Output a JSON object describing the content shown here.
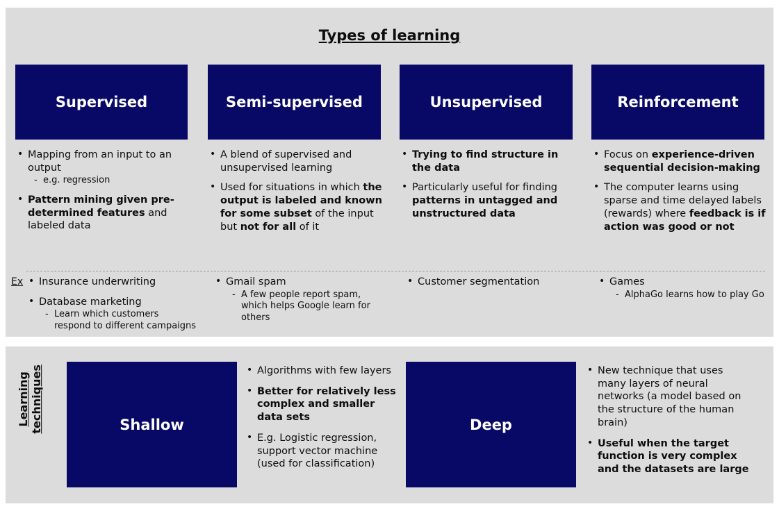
{
  "theme": {
    "page_background": "#ffffff",
    "panel_background": "#dcdcdc",
    "box_background": "#080866",
    "box_text_color": "#ffffff",
    "body_text_color": "#0d0d0d",
    "divider_color": "#9a9a9a"
  },
  "types_section": {
    "title": "Types of learning",
    "examples_label": "Ex",
    "columns": [
      {
        "name": "Supervised",
        "description": [
          {
            "text_runs": [
              {
                "text": "Mapping from an input to an output",
                "bold": false
              }
            ],
            "sub": [
              "e.g. regression"
            ]
          },
          {
            "text_runs": [
              {
                "text": "Pattern mining given pre-determined features",
                "bold": true
              },
              {
                "text": " and labeled data",
                "bold": false
              }
            ],
            "sub": []
          }
        ],
        "examples": [
          {
            "text": "Insurance underwriting",
            "sub": []
          },
          {
            "text": "Database marketing",
            "sub": [
              "Learn which customers respond to different campaigns"
            ]
          }
        ]
      },
      {
        "name": "Semi-supervised",
        "description": [
          {
            "text_runs": [
              {
                "text": "A blend of supervised and unsupervised learning",
                "bold": false
              }
            ],
            "sub": []
          },
          {
            "text_runs": [
              {
                "text": "Used for situations in which ",
                "bold": false
              },
              {
                "text": "the output is labeled and known for some subset",
                "bold": true
              },
              {
                "text": " of the input but ",
                "bold": false
              },
              {
                "text": "not for all",
                "bold": true
              },
              {
                "text": " of it",
                "bold": false
              }
            ],
            "sub": []
          }
        ],
        "examples": [
          {
            "text": "Gmail spam",
            "sub": [
              "A few people report spam, which helps Google learn for others"
            ]
          }
        ]
      },
      {
        "name": "Unsupervised",
        "description": [
          {
            "text_runs": [
              {
                "text": "Trying to find structure in the data",
                "bold": true
              }
            ],
            "sub": []
          },
          {
            "text_runs": [
              {
                "text": "Particularly useful for finding ",
                "bold": false
              },
              {
                "text": "patterns in untagged and unstructured data",
                "bold": true
              }
            ],
            "sub": []
          }
        ],
        "examples": [
          {
            "text": "Customer segmentation",
            "sub": []
          }
        ]
      },
      {
        "name": "Reinforcement",
        "description": [
          {
            "text_runs": [
              {
                "text": "Focus on ",
                "bold": false
              },
              {
                "text": "experience-driven sequential decision-making",
                "bold": true
              }
            ],
            "sub": []
          },
          {
            "text_runs": [
              {
                "text": "The computer learns using sparse and time delayed labels (rewards) where ",
                "bold": false
              },
              {
                "text": "feedback is if action was good or not",
                "bold": true
              }
            ],
            "sub": []
          }
        ],
        "examples": [
          {
            "text": "Games",
            "sub": [
              "AlphaGo learns how to play Go"
            ]
          }
        ]
      }
    ]
  },
  "techniques_section": {
    "label_line1": "Learning",
    "label_line2": "techniques",
    "items": [
      {
        "name": "Shallow",
        "description": [
          {
            "text_runs": [
              {
                "text": "Algorithms with few layers",
                "bold": false
              }
            ]
          },
          {
            "text_runs": [
              {
                "text": "Better for relatively less complex and smaller data sets",
                "bold": true
              }
            ]
          },
          {
            "text_runs": [
              {
                "text": "E.g. Logistic regression, support vector machine (used for classification)",
                "bold": false
              }
            ]
          }
        ]
      },
      {
        "name": "Deep",
        "description": [
          {
            "text_runs": [
              {
                "text": "New technique that uses many layers of neural networks (a model based on the structure of the human brain)",
                "bold": false
              }
            ]
          },
          {
            "text_runs": [
              {
                "text": "Useful when the target function is very complex and the datasets are large",
                "bold": true
              }
            ]
          }
        ]
      }
    ]
  }
}
